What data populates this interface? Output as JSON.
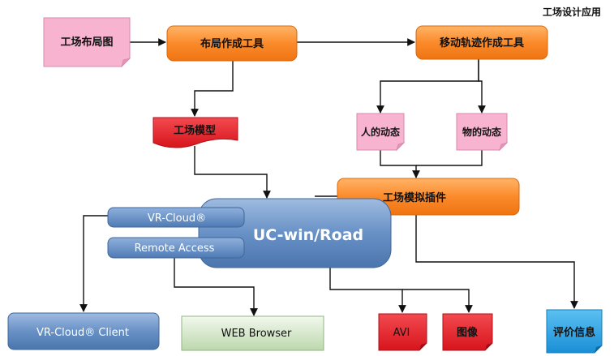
{
  "header": {
    "title": "工场设计应用"
  },
  "nodes": {
    "factory_layout": {
      "label": "工场布局图",
      "color": "#f7b3cf"
    },
    "layout_tool": {
      "label": "布局作成工具",
      "color": "#fb8a2a"
    },
    "trajectory_tool": {
      "label": "移动轨迹作成工具",
      "color": "#fb8a2a"
    },
    "factory_model": {
      "label": "工场模型",
      "color": "#e8232c"
    },
    "human_motion": {
      "label": "人的动态",
      "color": "#f7b3cf"
    },
    "object_motion": {
      "label": "物的动态",
      "color": "#f7b3cf"
    },
    "simulation_plugin": {
      "label": "工场模拟插件",
      "color": "#fb8a2a"
    },
    "ucwin_road": {
      "label": "UC-win/Road",
      "color": "#5b87bf"
    },
    "vr_cloud": {
      "label": "VR-Cloud®",
      "color": "#5b87bf"
    },
    "remote_access": {
      "label": "Remote Access",
      "color": "#5b87bf"
    },
    "vr_cloud_client": {
      "label": "VR-Cloud® Client",
      "color": "#5b87bf"
    },
    "web_browser": {
      "label": "WEB Browser",
      "color": "#cfe3c4"
    },
    "avi": {
      "label": "AVI",
      "color": "#e8232c"
    },
    "image": {
      "label": "图像",
      "color": "#e8232c"
    },
    "evaluation": {
      "label": "评价信息",
      "color": "#2a9fe0"
    }
  }
}
